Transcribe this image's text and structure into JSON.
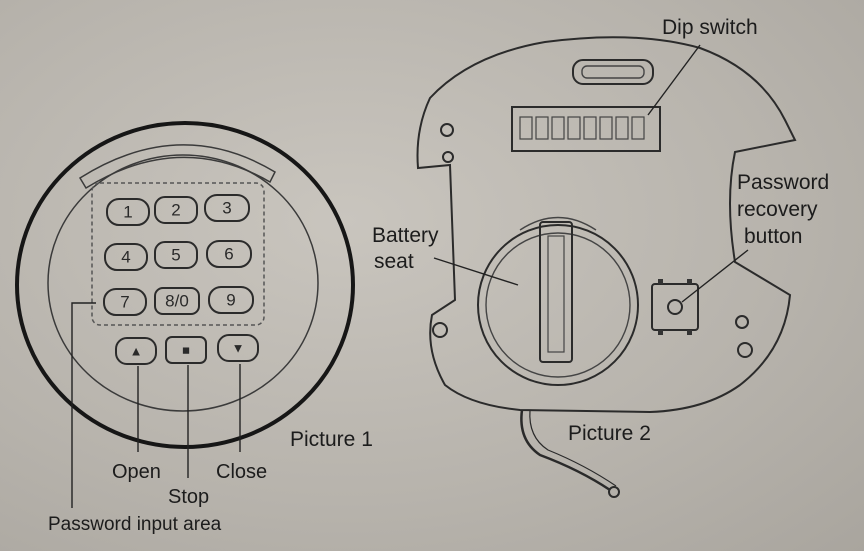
{
  "picture1": {
    "caption": "Picture 1",
    "keys": [
      "1",
      "2",
      "3",
      "4",
      "5",
      "6",
      "7",
      "8/0",
      "9"
    ],
    "buttons": {
      "open": "▲",
      "stop": "■",
      "close": "▼"
    },
    "labels": {
      "open": "Open",
      "stop": "Stop",
      "close": "Close",
      "password_input_area": "Password input area"
    }
  },
  "picture2": {
    "caption": "Picture 2",
    "labels": {
      "dip_switch": "Dip switch",
      "battery_seat_line1": "Battery",
      "battery_seat_line2": "seat",
      "recovery_line1": "Password",
      "recovery_line2": "recovery",
      "recovery_line3": "button"
    }
  }
}
